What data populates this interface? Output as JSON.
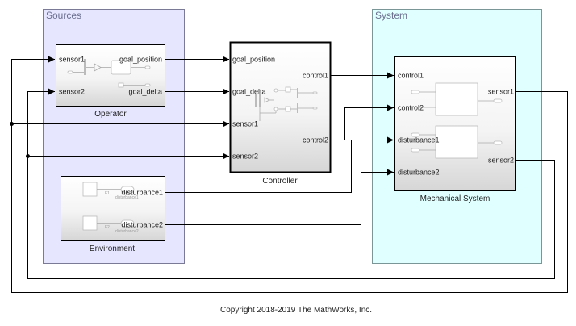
{
  "areas": {
    "sources": {
      "title": "Sources",
      "color": "#e6e6ff"
    },
    "system": {
      "title": "System",
      "color": "#e0ffff"
    }
  },
  "blocks": {
    "operator": {
      "name": "Operator",
      "inputs": [
        "sensor1",
        "sensor2"
      ],
      "outputs": [
        "goal_position",
        "goal_delta"
      ]
    },
    "controller": {
      "name": "Controller",
      "inputs": [
        "goal_position",
        "goal_delta",
        "sensor1",
        "sensor2"
      ],
      "outputs": [
        "control1",
        "control2"
      ]
    },
    "environment": {
      "name": "Environment",
      "outputs": [
        "disturbance1",
        "disturbance2"
      ],
      "inner": {
        "gain1": "F1",
        "gain2": "F2",
        "tag1": "disturbance1",
        "tag2": "disturbance2"
      }
    },
    "mechanical_system": {
      "name": "Mechanical System",
      "inputs": [
        "control1",
        "control2",
        "disturbance1",
        "disturbance2"
      ],
      "outputs": [
        "sensor1",
        "sensor2"
      ]
    }
  },
  "footer": {
    "copyright": "Copyright 2018-2019 The MathWorks, Inc."
  }
}
